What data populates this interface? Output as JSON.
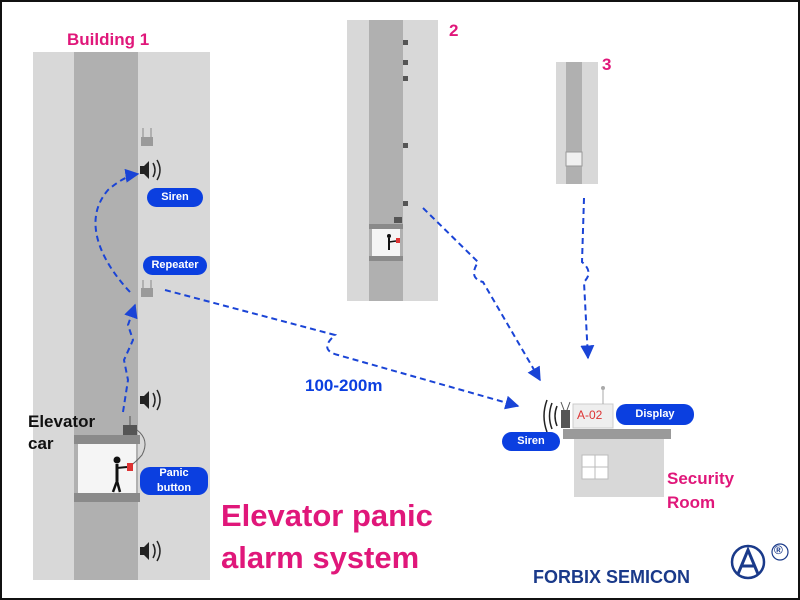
{
  "buildings": {
    "b1_label": "Building 1",
    "b2_label": "2",
    "b3_label": "3"
  },
  "labels": {
    "elevator_car": "Elevator\ncar",
    "siren_top": "Siren",
    "repeater": "Repeater",
    "panic_button": "Panic\nbutton",
    "distance": "100-200m",
    "display": "Display",
    "siren_room": "Siren",
    "display_code": "A-02",
    "security_room": "Security\nRoom"
  },
  "title": "Elevator panic\nalarm system",
  "brand": {
    "name": "FORBIX SEMICON",
    "registered": "®"
  },
  "colors": {
    "accent_pink": "#e0177a",
    "pill_blue": "#0b3fe0",
    "arrow_blue": "#1a44d6",
    "building_light": "#d8d8d8",
    "shaft_dark": "#b0b0b0",
    "brand_navy": "#1a3a8a"
  }
}
